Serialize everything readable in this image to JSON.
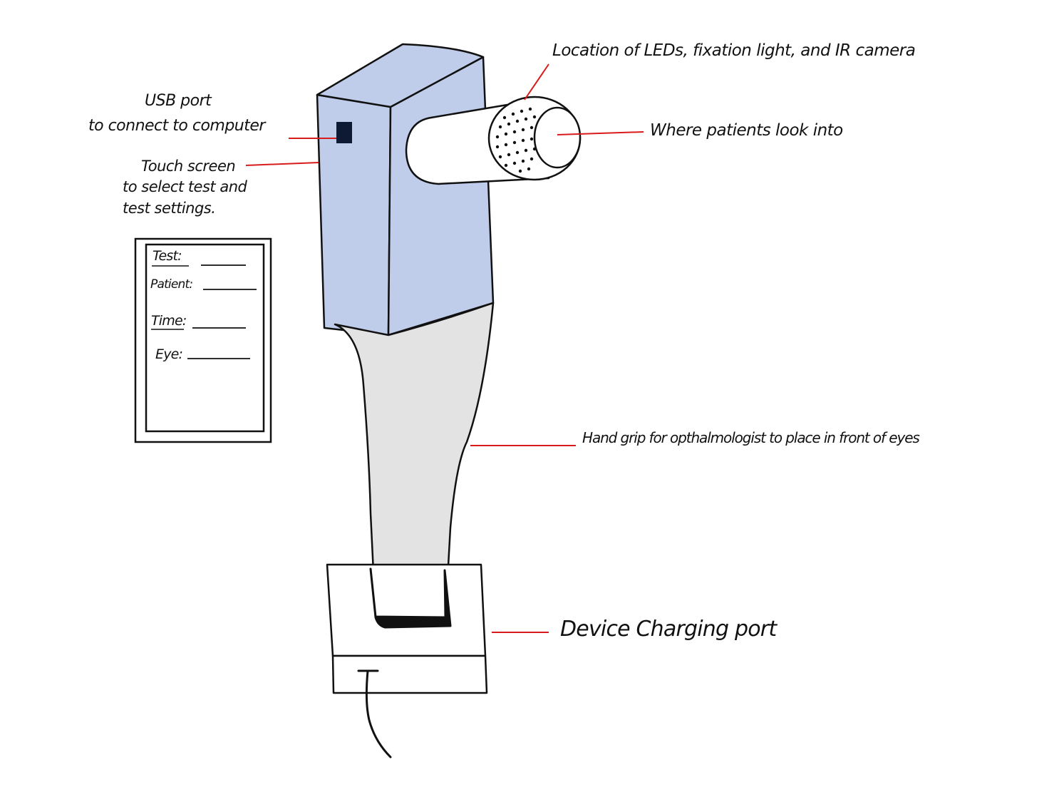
{
  "colors": {
    "body_blue": "#c0cdea",
    "grip_gray": "#e3e3e3",
    "leader_red": "#d81b1b",
    "outline": "#111111",
    "port_navy": "#0e1a33"
  },
  "labels": {
    "leds": "Location of LEDs, fixation light, and IR camera",
    "look_into": "Where patients look into",
    "usb_line1": "USB port",
    "usb_line2": "to connect to computer",
    "touch_line1": "Touch screen",
    "touch_line2": "to select test and",
    "touch_line3": "test settings.",
    "grip": "Hand grip for opthalmologist to place in front of eyes",
    "charging": "Device Charging port"
  },
  "screen": {
    "fields": [
      "Test:",
      "Patient:",
      "Time:",
      "Eye:"
    ]
  },
  "icons": {
    "usb_port": "usb-port-icon",
    "led_dots": "led-dots-icon"
  }
}
